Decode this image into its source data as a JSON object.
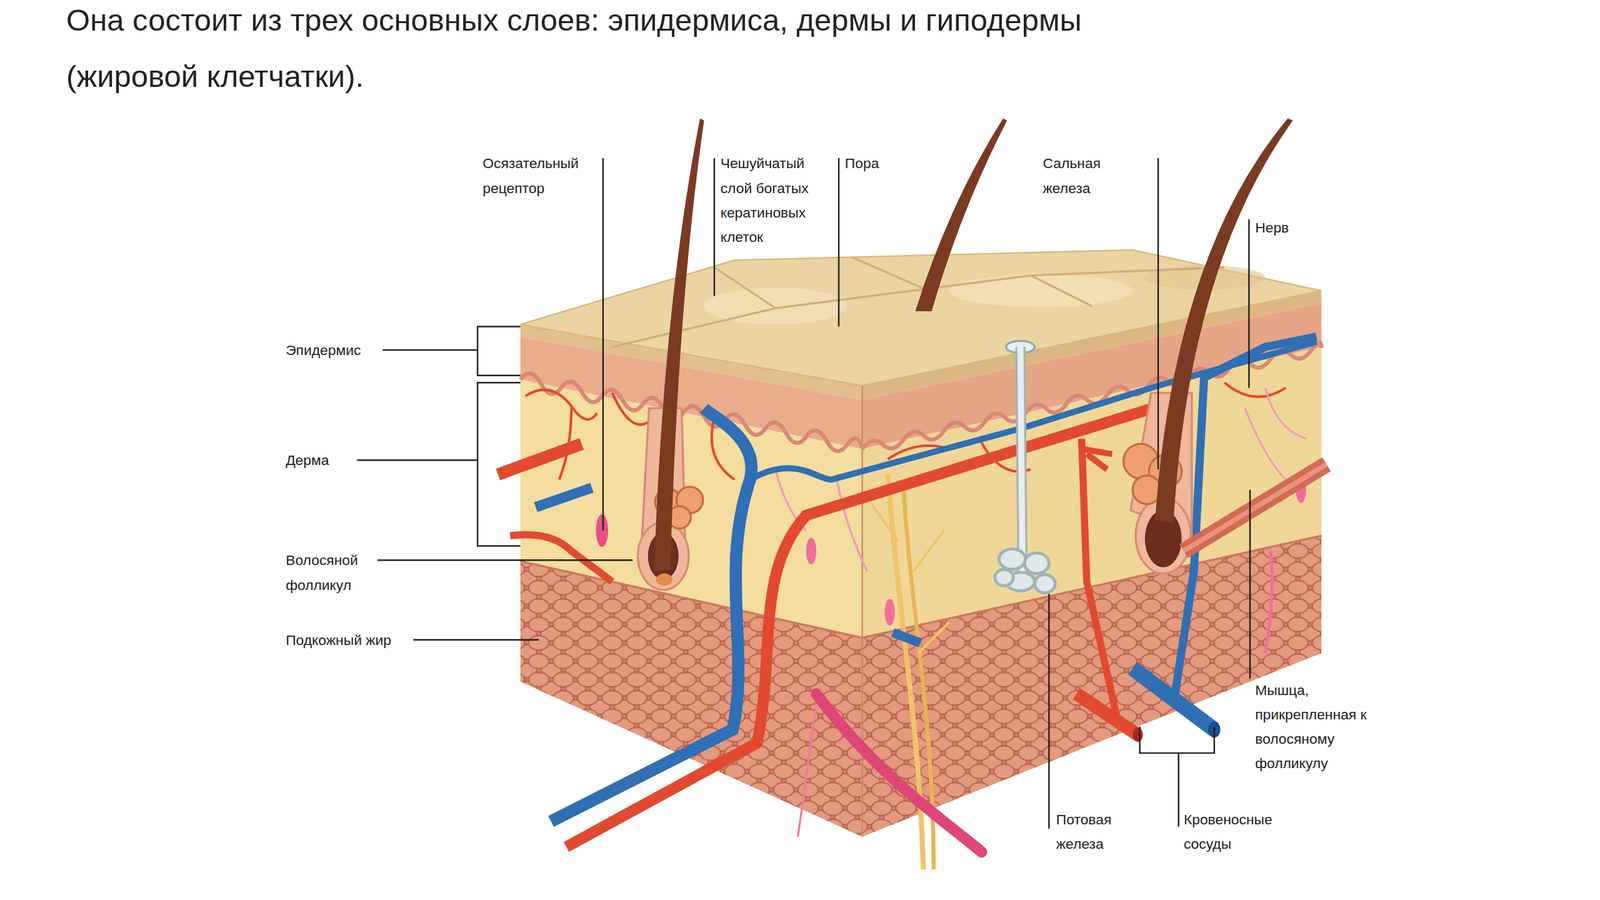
{
  "diagram": {
    "title": "Она состоит из трех основных слоев: эпидермиса, дермы и гиподермы (жировой клетчатки).",
    "labels": [
      "Осязательный рецептор",
      "Чешуйчатый слой богатых кератиновых клеток",
      "Пора",
      "Сальная железа",
      "Нерв",
      "Эпидермис",
      "Дерма",
      "Волосяной фолликул",
      "Подкожный жир",
      "Мышца, прикрепленная к волосяному фолликулу",
      "Потовая железа",
      "Кровеносные сосуды"
    ]
  }
}
